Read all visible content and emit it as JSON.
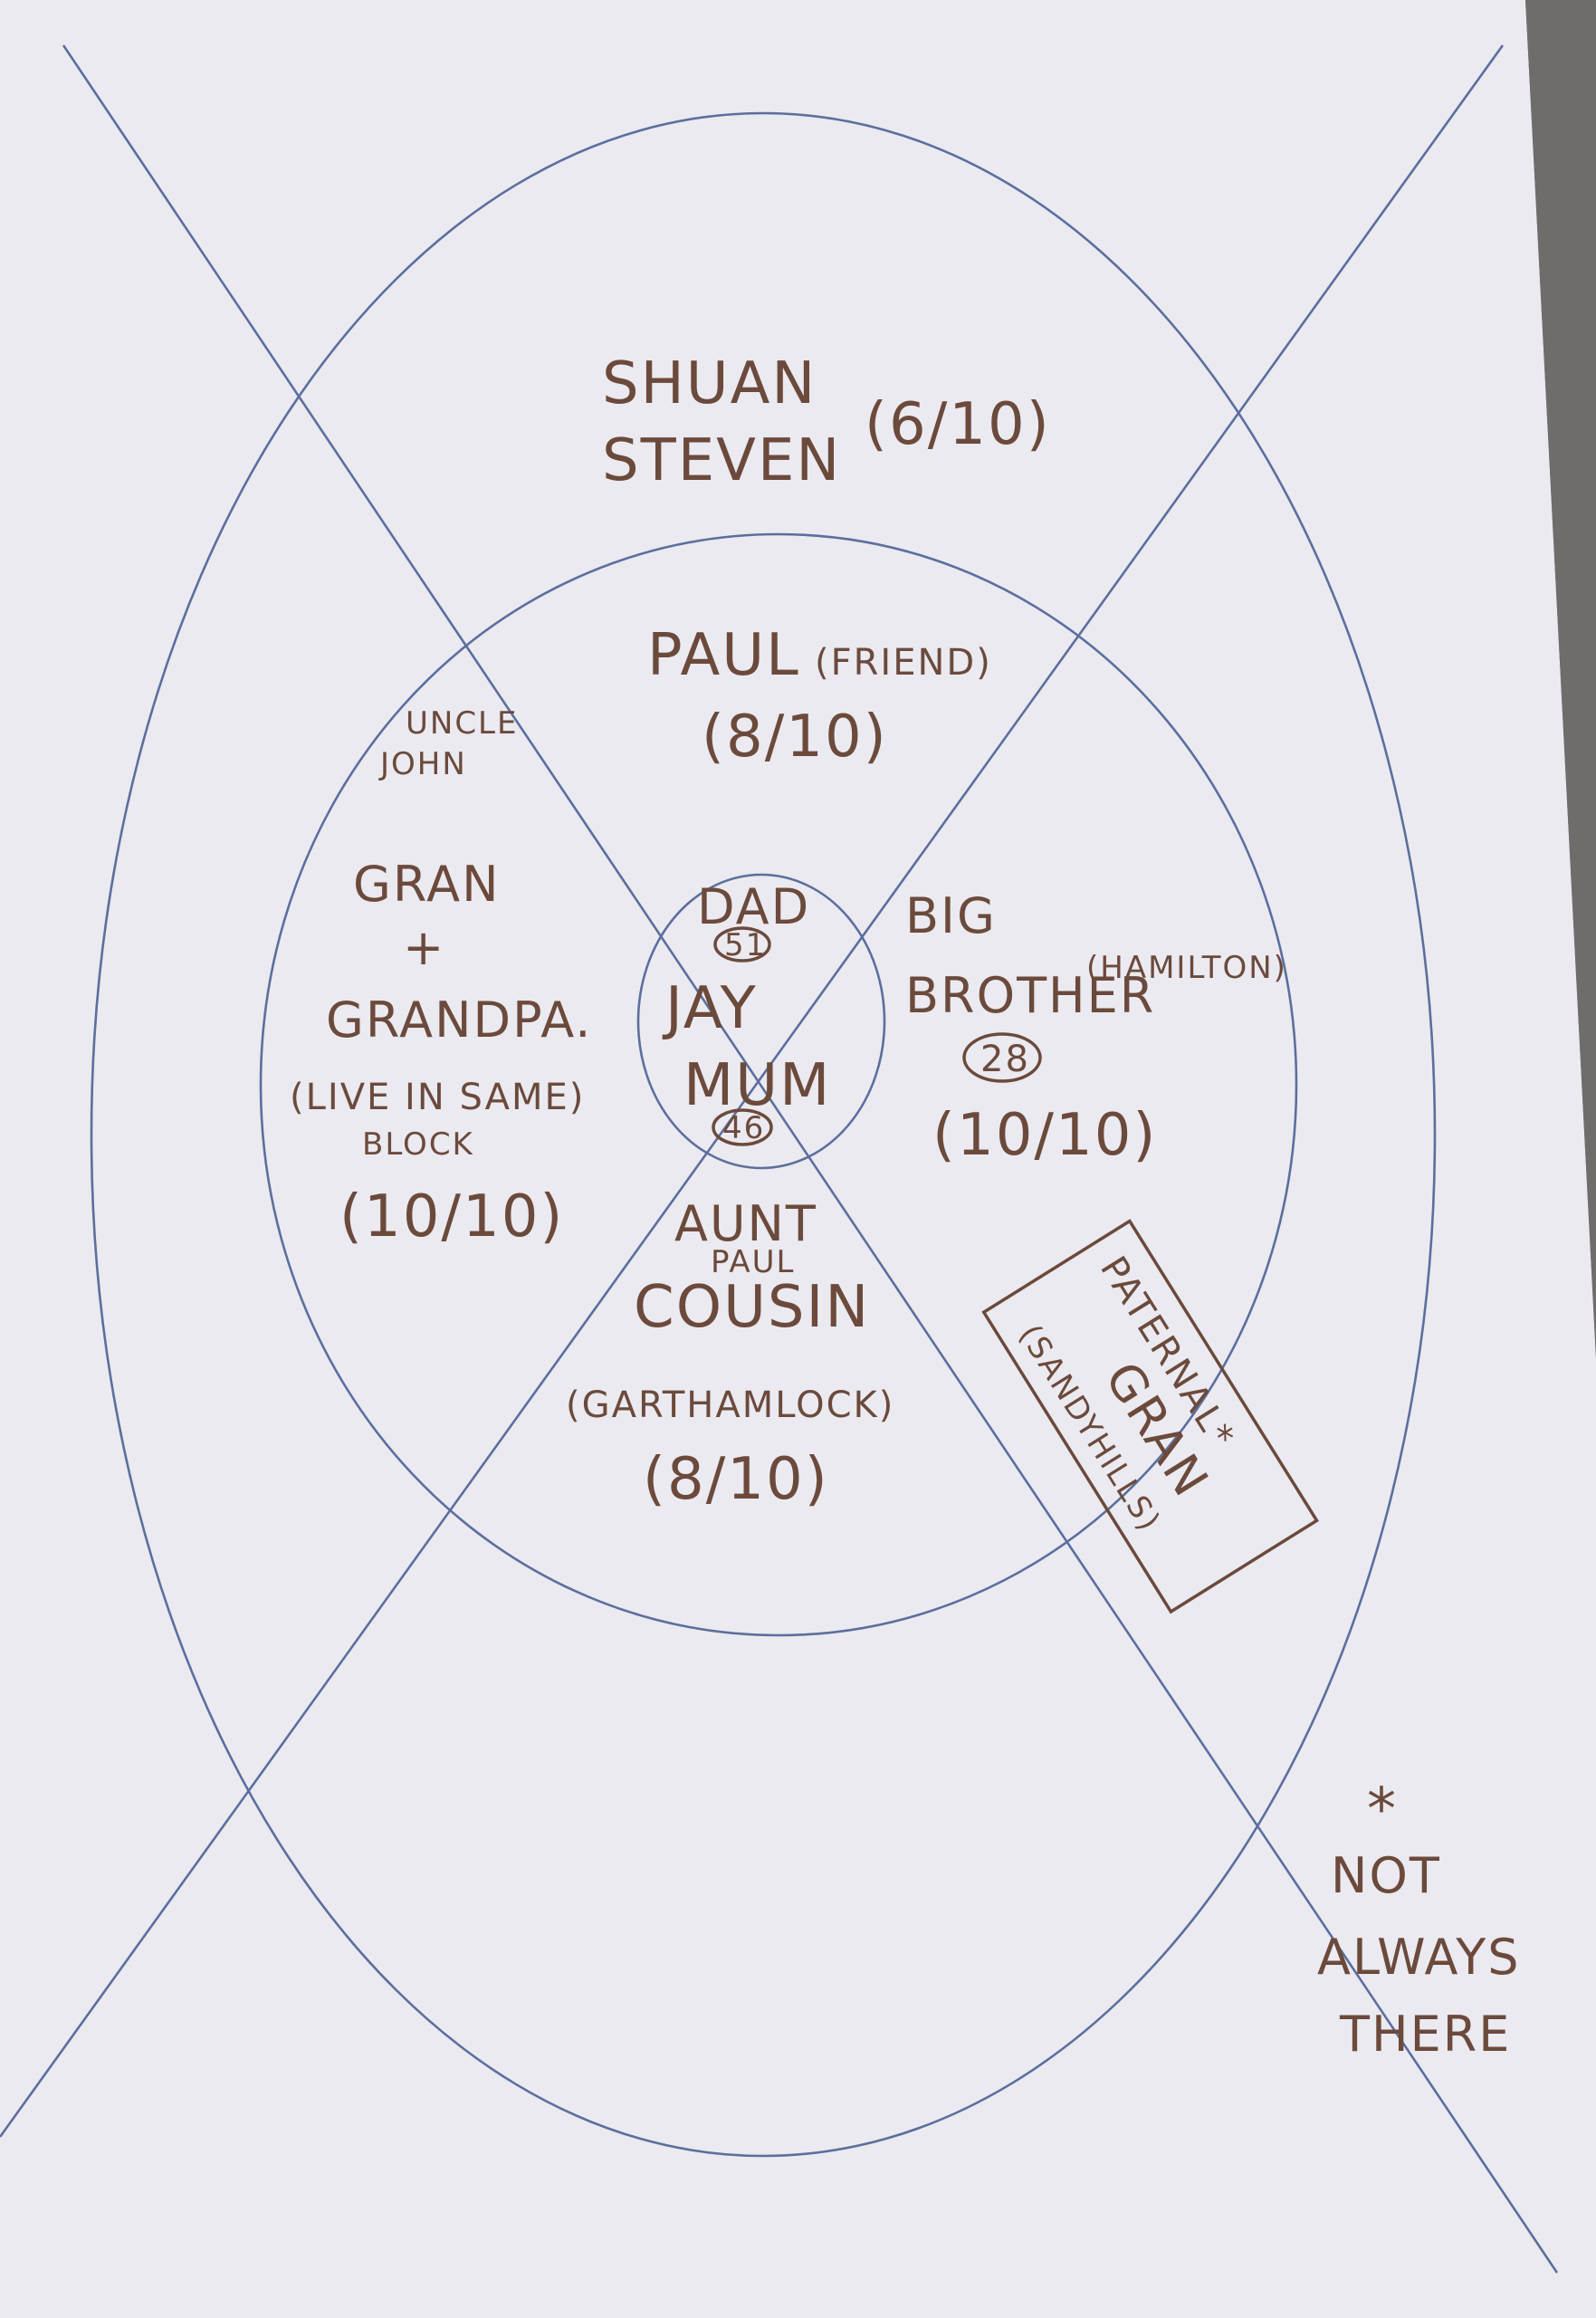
{
  "diagram": {
    "outer_ring": {
      "names": [
        "SHUAN",
        "STEVEN"
      ],
      "rating": "(6/10)"
    },
    "inner_ring": {
      "top": {
        "name": "PAUL",
        "note": "(FRIEND)",
        "rating": "(8/10)"
      },
      "left": {
        "uncle": [
          "UNCLE",
          "JOHN"
        ],
        "gran": "GRAN",
        "plus": "+",
        "grandpa": "GRANDPA.",
        "note_line1": "(LIVE IN SAME)",
        "note_line2": "BLOCK",
        "rating": "(10/10)"
      },
      "right": {
        "line1": "BIG",
        "line2": "BROTHER",
        "note": "(HAMILTON)",
        "age": "28",
        "rating": "(10/10)"
      },
      "bottom": {
        "line1": "AUNT",
        "line2": "PAUL",
        "line3": "COUSIN",
        "note": "(GARTHAMLOCK)",
        "rating": "(8/10)"
      }
    },
    "center": {
      "dad": "DAD",
      "dad_age": "51",
      "name": "JAY",
      "mum": "MUM",
      "mum_age": "46"
    },
    "boxed_note": {
      "line1": "PATERNAL*",
      "line2": "GRAN",
      "line3": "(SANDYHILLS)"
    },
    "footnote": {
      "star": "*",
      "line1": "NOT",
      "line2": "ALWAYS",
      "line3": "THERE"
    },
    "colors": {
      "ink": "#6b4a3c",
      "guide_lines": "#5b6f9e",
      "paper": "#ebeaf0",
      "background": "#7d7b7a"
    }
  }
}
